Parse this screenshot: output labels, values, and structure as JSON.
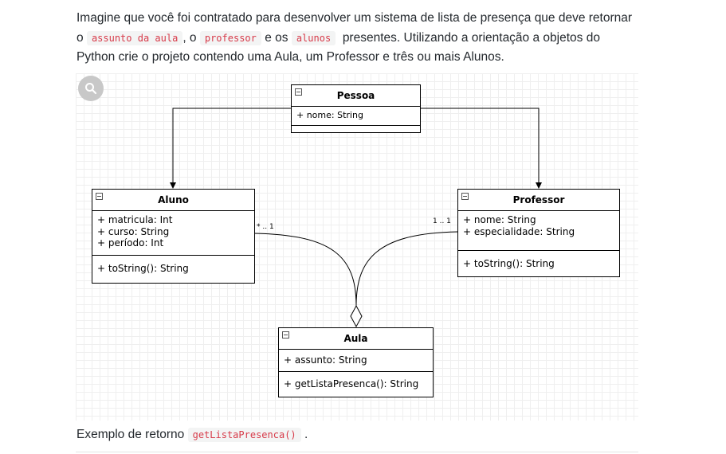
{
  "intro": {
    "t1": "Imagine que você foi contratado para desenvolver um sistema de lista de presença que deve retornar o",
    "c1": "assunto da aula",
    "t2": ", o",
    "c2": "professor",
    "t3": "e os",
    "c3": "alunos",
    "t4": "presentes.  Utilizando a orientação a objetos do Python crie o projeto contendo uma Aula, um Professor e três ou mais Alunos."
  },
  "diagram": {
    "zoom_icon": "magnifier-icon",
    "pessoa": {
      "title": "Pessoa",
      "attrs": [
        "+ nome: String"
      ]
    },
    "aluno": {
      "title": "Aluno",
      "attrs": [
        "+ matricula: Int",
        "+ curso: String",
        "+ período: Int"
      ],
      "methods": [
        "+ toString(): String"
      ]
    },
    "professor": {
      "title": "Professor",
      "attrs": [
        "+ nome: String",
        "+ especialidade: String"
      ],
      "methods": [
        "+ toString(): String"
      ]
    },
    "aula": {
      "title": "Aula",
      "attrs": [
        "+ assunto: String"
      ],
      "methods": [
        "+ getListaPresenca(): String"
      ]
    },
    "mult_aluno": "* .. 1",
    "mult_professor": "1 .. 1"
  },
  "footer": {
    "text": "Exemplo de retorno",
    "code": "getListaPresenca()",
    "end": "."
  }
}
